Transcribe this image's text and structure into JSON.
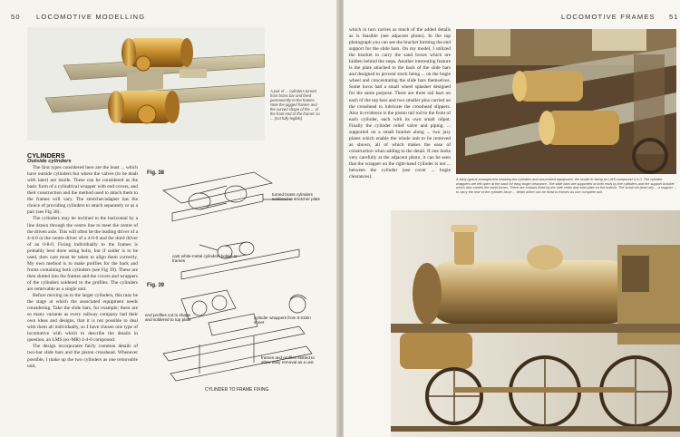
{
  "left_page": {
    "page_number": "50",
    "running_head": "LOCOMOTIVE MODELLING",
    "photo_caption": "A pair of ... cylinders turned from brass bar and fixed permanently to the frames. Note the jagged frames and the curved shape of the ... of the front end of the frames so ... (not fully legible)",
    "section_heading": "CYLINDERS",
    "subheading": "Outside cylinders",
    "body_col1": [
      "The first types considered here are the least ... which have outside cylinders but where the valves (to be dealt with later) are inside. These can be considered as the basic form of a cylindrical wrapper with end covers, and their construction and the method used to attach them to the frames will vary. The stretcher/adapter has the choice of providing cylinders to attach separately or as a pair (see Fig 38).",
      "The cylinders may be inclined to the horizontal by a line drawn through the centre line to meet the centre of the driven axle. This will often be the leading driver of a 4-4-0 or the centre driver of a 4-6-0 and the third driver of an 0-8-0. Fixing individually to the frames is probably best done using bolts, but if solder is to be used, then care must be taken to align them correctly. My own method is to make profiles for the back and fronts containing both cylinders (see Fig 39). These are then slotted into the frames and the covers and wrappers of the cylinders soldered to the profiles. The cylinders are removable as a single unit.",
      "Before moving on to the larger cylinders, this may be the stage at which the associated equipment needs considering. Take the slide bars, for example; there are so many variants as every railway company had their own ideas and designs, that it is not possible to deal with them all individually, so I have chosen one type of locomotive with which to describe the details in question, an LMS (ex-MR) 4-4-0 compound.",
      "The design incorporates fairly common details of two-bar slide bars and the piston crosshead. Whenever possible, I make up the two cylinders as one removable unit,"
    ],
    "figures": {
      "fig38_label": "Fig. 38",
      "fig38_note": "turned brass cylinders soldered to stretcher plate",
      "fig39_label": "Fig. 39",
      "fig39_note_a": "cast white-metal cylinders bolted to frames",
      "fig39_note_b": "end profiles cut to shape and soldered to top plate",
      "fig39_note_c": "cylinder wrappers from 0.010in sheet",
      "fig39_note_d": "frames and profiles slotted to allow easy removal as a unit",
      "bottom_caption": "CYLINDER TO FRAME FIXING"
    }
  },
  "right_page": {
    "page_number": "51",
    "running_head": "LOCOMOTIVE FRAMES",
    "body_col": [
      "which in turn carries as much of the added details as is feasible (see adjacent photo). In the top photograph you can see the bracket forming the end support for the slide bars. On my model, I utilized the bracket to carry the sand boxes which are hidden behind the steps. Another interesting feature is the plate attached to the back of the slide bars and designed to prevent stock being ... on the bogie wheel and concentrating the slide bars themselves. Some locos had a small wheel splasher designed for the same purpose. There are three rail bars on each of the top bars and two smaller pins carried on the crosshead to lubricate the crosshead slippers. Also in evidence is the piston tail rod to the front of each cylinder, each with its own small oilpot. Finally the cylinder relief valve and piping. ... supported on a small bracket along ... two jury plates which enable the whole unit to be removed as shown, all of which makes the ease of construction when adding to the detail. If one looks very carefully at the adjacent photo, it can be seen that the wrapper on the right-hand cylinder is not ... between the cylinder (see cover ... bogie clearances)."
    ],
    "top_photo_caption": "A fairly typical arrangement showing the cylinders and associated equipment, the model in being an LMS compound 4-4-0. The cylinder wrappers are left open at the back for easy bogie clearance. The slide bars are supported at both ends by the cylinders and the support bracket which also carries the sand boxes. There are chassis fixed by the side chain and sold plate on the bottom. The small rail (end rail) ... a support ... to carry the rear of the cylinder block ... detail which can be fixed to frames as one complete unit."
  }
}
